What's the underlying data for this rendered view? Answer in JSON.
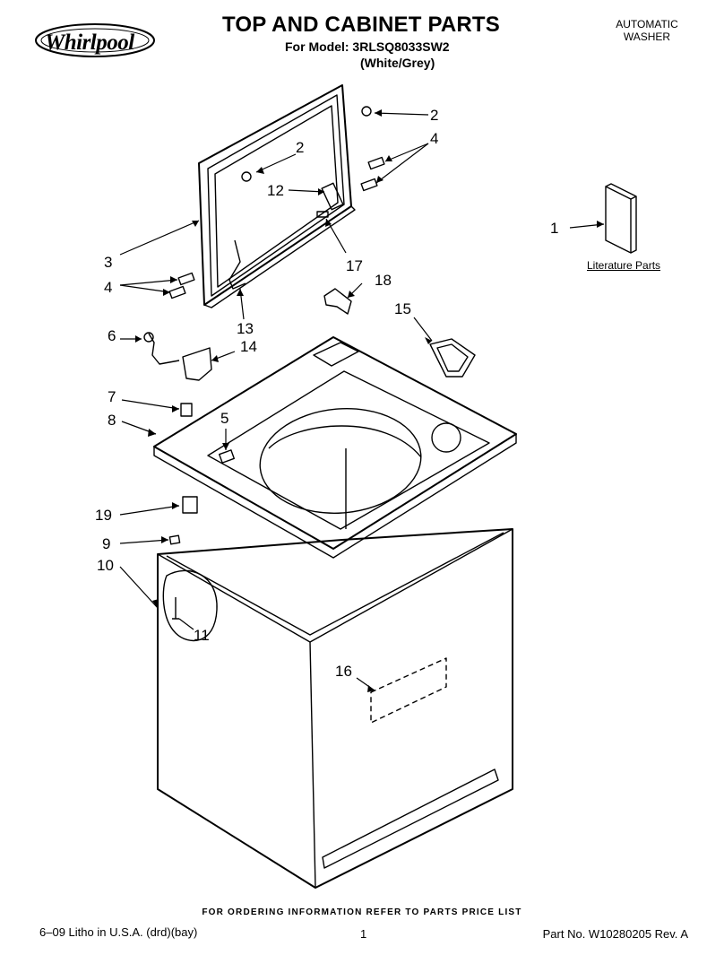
{
  "header": {
    "brand": "Whirlpool",
    "title": "TOP AND CABINET PARTS",
    "model": "For Model: 3RLSQ8033SW2",
    "variant": "(White/Grey)",
    "product_line1": "AUTOMATIC",
    "product_line2": "WASHER"
  },
  "callouts": {
    "c1": "1",
    "c2a": "2",
    "c2b": "2",
    "c3": "3",
    "c4a": "4",
    "c4b": "4",
    "c5": "5",
    "c6": "6",
    "c7": "7",
    "c8": "8",
    "c9": "9",
    "c10": "10",
    "c11": "11",
    "c12": "12",
    "c13": "13",
    "c14": "14",
    "c15": "15",
    "c16": "16",
    "c17": "17",
    "c18": "18",
    "c19": "19"
  },
  "literature_label": "Literature Parts",
  "footer": {
    "ordering_note": "FOR ORDERING INFORMATION REFER TO PARTS PRICE LIST",
    "litho": "6–09 Litho in U.S.A. (drd)(bay)",
    "page": "1",
    "part_no": "Part No. W10280205 Rev. A"
  },
  "colors": {
    "line": "#000000",
    "shade": "#dddddd"
  }
}
